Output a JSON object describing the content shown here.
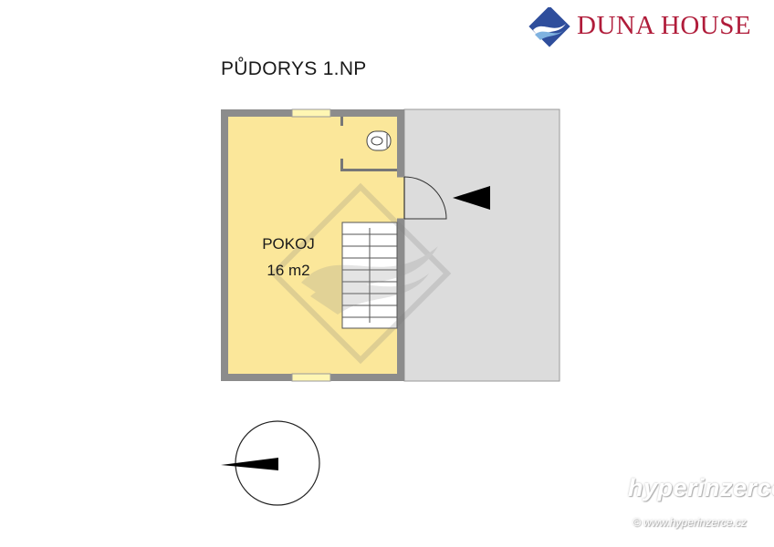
{
  "brand": {
    "name": "DUNA HOUSE",
    "color": "#b01c3a",
    "logo_icon": "duna-house-diamond-wave-icon"
  },
  "plan": {
    "title": "PŮDORYS 1.NP",
    "room": {
      "name": "POKOJ",
      "area": "16 m2"
    },
    "colors": {
      "room_fill": "#fbe79a",
      "wall": "#8c8c8c",
      "exterior_area": "#dcdcdc",
      "window": "#fff6b3"
    },
    "icons": [
      "entrance-arrow-icon",
      "north-arrow-icon",
      "staircase-icon",
      "toilet-icon",
      "door-swing-icon"
    ]
  },
  "watermark": {
    "text": "hyperinzerce",
    "url": "© www.hyperinzerce.cz"
  }
}
